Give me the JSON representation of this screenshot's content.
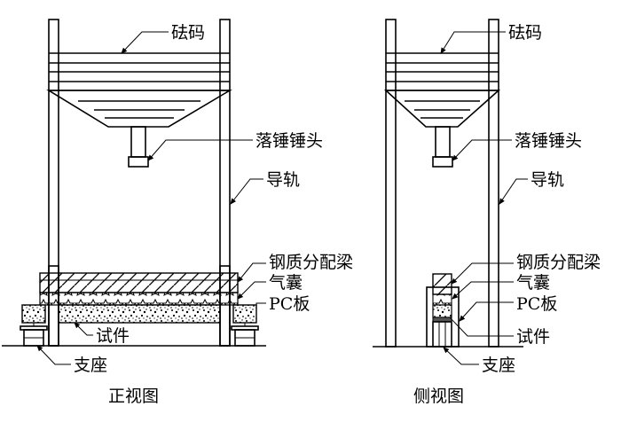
{
  "front_view": {
    "caption": "正视图",
    "labels": {
      "weights": "砝码",
      "hammer_head": "落锤锤头",
      "guide_rail": "导轨",
      "steel_beam": "钢质分配梁",
      "airbag": "气囊",
      "pc_board": "PC板",
      "specimen": "试件",
      "support": "支座"
    }
  },
  "side_view": {
    "caption": "侧视图",
    "labels": {
      "weights": "砝码",
      "hammer_head": "落锤锤头",
      "guide_rail": "导轨",
      "steel_beam": "钢质分配梁",
      "airbag": "气囊",
      "pc_board": "PC板",
      "specimen": "试件",
      "support": "支座"
    }
  },
  "colors": {
    "line": "#000000",
    "background": "#ffffff"
  }
}
